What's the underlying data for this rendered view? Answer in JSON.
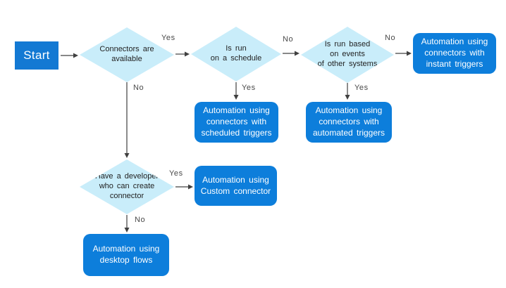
{
  "colors": {
    "start_box_fill": "#1379d3",
    "result_box_fill": "#0d7edb",
    "decision_diamond_fill": "#c9edfa",
    "connector_line": "#404040",
    "edge_label_text": "#4a4a4a",
    "decision_text": "#222222",
    "box_text": "#ffffff",
    "background": "#ffffff"
  },
  "nodes": {
    "start": {
      "label": "Start"
    },
    "decision_connectors_available": {
      "label": "Connectors are\navailable"
    },
    "decision_run_on_schedule": {
      "label": "Is run\non a schedule"
    },
    "decision_run_on_events": {
      "label": "Is run based\non events\nof other systems"
    },
    "decision_have_developer": {
      "label": "Have a developer\nwho can create\nconnector"
    },
    "result_scheduled_triggers": {
      "label": "Automation using\nconnectors with\nscheduled triggers"
    },
    "result_automated_triggers": {
      "label": "Automation using\nconnectors with\nautomated triggers"
    },
    "result_instant_triggers": {
      "label": "Automation using\nconnectors with\ninstant triggers"
    },
    "result_custom_connector": {
      "label": "Automation using\nCustom connector"
    },
    "result_desktop_flows": {
      "label": "Automation using\ndesktop flows"
    }
  },
  "edge_labels": {
    "connectors_available_yes": "Yes",
    "connectors_available_no": "No",
    "run_on_schedule_no": "No",
    "run_on_schedule_yes": "Yes",
    "run_on_events_no": "No",
    "run_on_events_yes": "Yes",
    "have_developer_yes": "Yes",
    "have_developer_no": "No"
  }
}
